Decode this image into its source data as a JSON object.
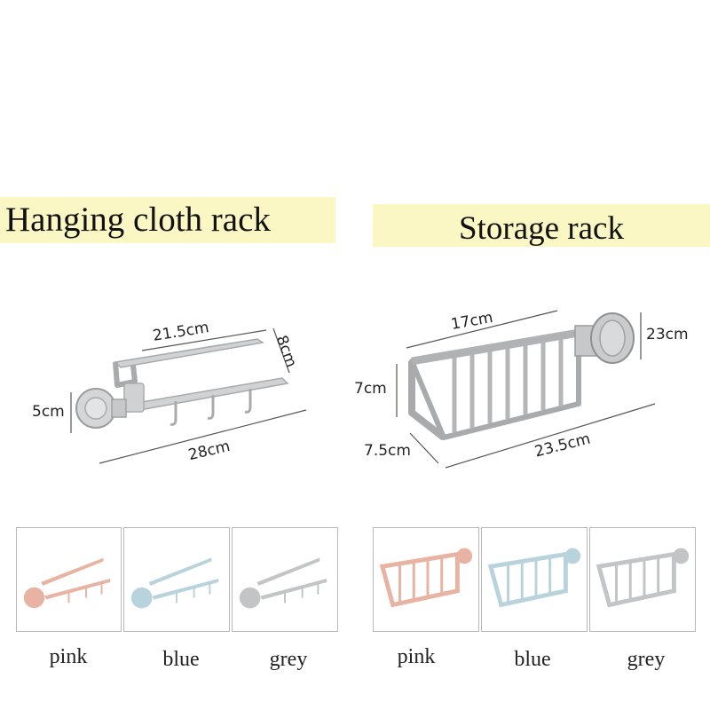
{
  "sections": {
    "hanging_rack": {
      "title": "Hanging cloth rack",
      "dimensions": {
        "length_top": "21.5cm",
        "width": "8cm",
        "height": "5cm",
        "length_total": "28cm"
      },
      "variants": [
        "pink",
        "blue",
        "grey"
      ]
    },
    "storage_rack": {
      "title": "Storage rack",
      "dimensions": {
        "length_top": "17cm",
        "height_clamp": "23cm",
        "height": "7cm",
        "depth": "7.5cm",
        "length_total": "23.5cm"
      },
      "variants": [
        "pink",
        "blue",
        "grey"
      ]
    }
  },
  "colors": {
    "banner": "#fbf7c4",
    "pink": "#e8b3a2",
    "blue": "#b9d3dc",
    "grey": "#c2c4c6",
    "product_grey": "#c9cbcd"
  }
}
